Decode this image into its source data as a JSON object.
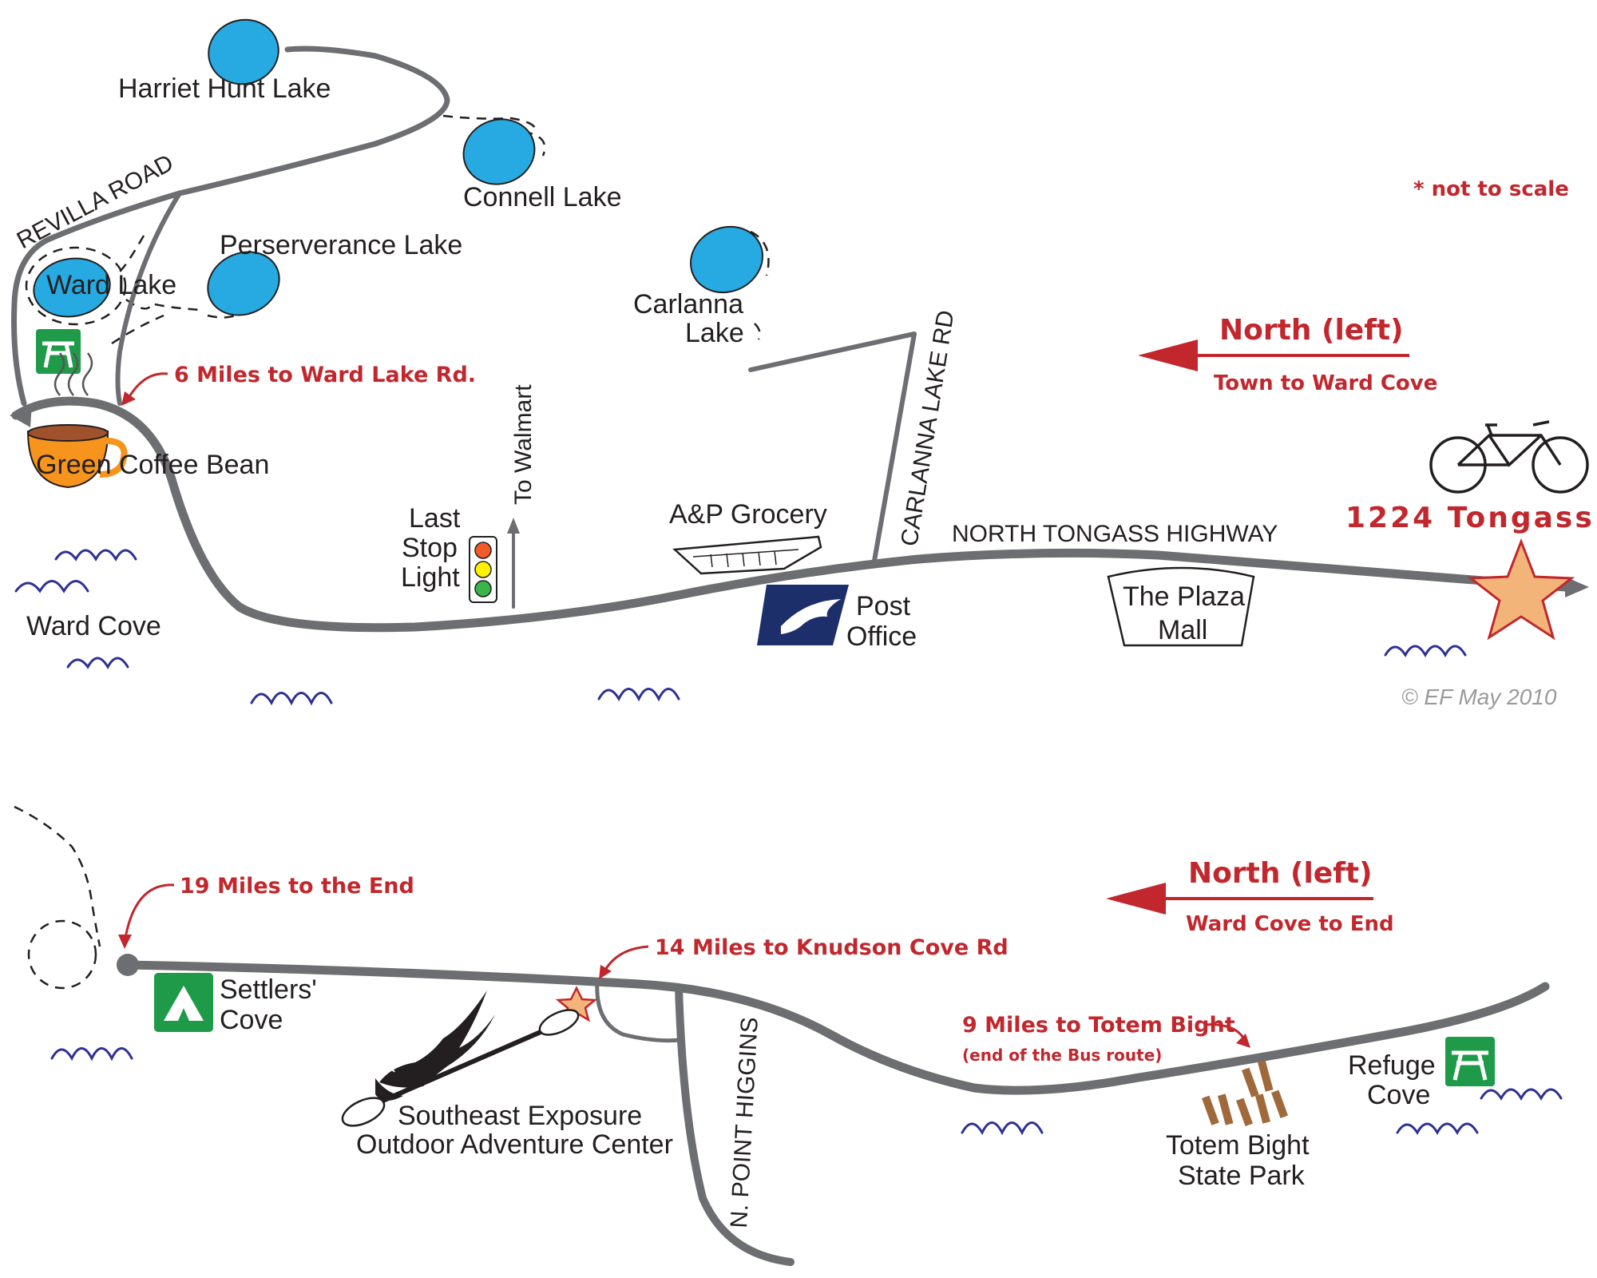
{
  "map": {
    "note": "* not to scale",
    "copyright": "© EF May 2010",
    "top_section": {
      "lakes": {
        "harriet_hunt": "Harriet Hunt Lake",
        "connell": "Connell Lake",
        "perserverance": "Perserverance Lake",
        "ward": "Ward Lake",
        "carlanna_line1": "Carlanna",
        "carlanna_line2": "Lake"
      },
      "roads": {
        "revilla": "REVILLA ROAD",
        "carlanna_lake_rd": "CARLANNA LAKE RD",
        "north_tongass": "NORTH TONGASS HIGHWAY",
        "to_walmart": "To Walmart"
      },
      "places": {
        "green_coffee_bean": "Green Coffee Bean",
        "ward_cove": "Ward Cove",
        "last_stop_light_1": "Last",
        "last_stop_light_2": "Stop",
        "last_stop_light_3": "Light",
        "ap_grocery": "A&P Grocery",
        "post_office_1": "Post",
        "post_office_2": "Office",
        "plaza_mall_1": "The Plaza",
        "plaza_mall_2": "Mall",
        "destination": "1224 Tongass"
      },
      "annotations": {
        "ward_lake_rd": "6 Miles to Ward Lake Rd."
      },
      "direction": {
        "title": "North (left)",
        "subtitle": "Town to Ward Cove"
      }
    },
    "bottom_section": {
      "places": {
        "settlers_cove_1": "Settlers'",
        "settlers_cove_2": "Cove",
        "southeast_exposure_1": "Southeast Exposure",
        "southeast_exposure_2": "Outdoor Adventure Center",
        "refuge_cove_1": "Refuge",
        "refuge_cove_2": "Cove",
        "totem_bight_1": "Totem Bight",
        "totem_bight_2": "State Park"
      },
      "roads": {
        "n_point_higgins": "N. POINT HIGGINS"
      },
      "annotations": {
        "end": "19 Miles to the End",
        "knudson": "14 Miles to Knudson Cove Rd",
        "totem_bight": "9 Miles to Totem Bight",
        "bus_route": "(end of the Bus route)"
      },
      "direction": {
        "title": "North (left)",
        "subtitle": "Ward Cove to End"
      }
    },
    "colors": {
      "road": "#6d6e71",
      "lake": "#27aae1",
      "accent_red": "#c1272d",
      "water_wave": "#2e3192",
      "park_green": "#1f9a48",
      "star": "#f3b47a"
    },
    "icons": [
      "picnic-table-icon",
      "coffee-cup-icon",
      "traffic-light-icon",
      "usps-eagle-icon",
      "bicycle-icon",
      "star-icon",
      "tent-icon",
      "eagle-kayak-icon",
      "totem-icon"
    ]
  }
}
